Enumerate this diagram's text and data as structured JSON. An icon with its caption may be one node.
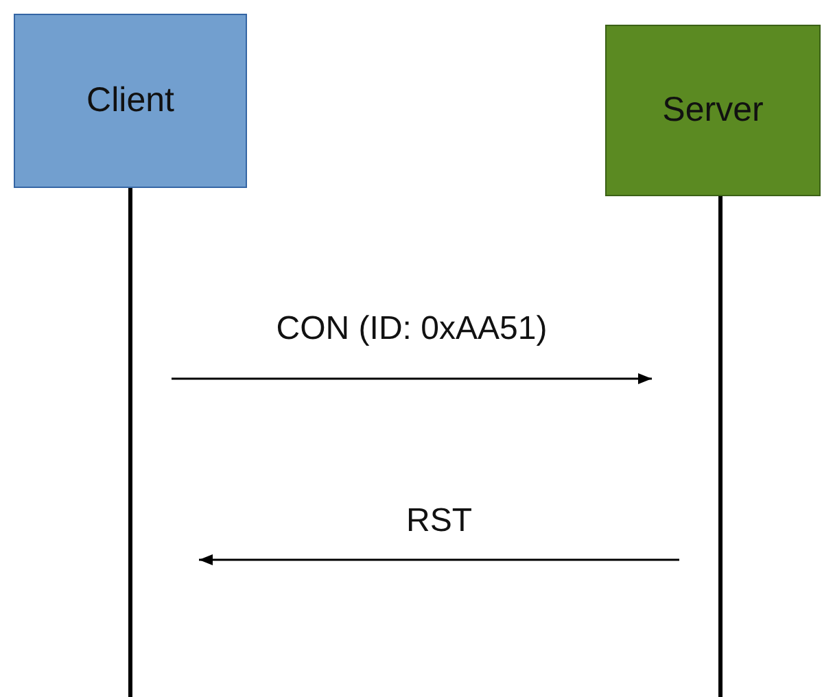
{
  "diagram": {
    "nodes": [
      {
        "text": [
          "Client"
        ]
      },
      {
        "text": [
          "Server"
        ]
      }
    ],
    "edges": [
      {
        "from": 0,
        "to": 1,
        "arrow": "to",
        "label": "CON (ID: 0xAA51)"
      },
      {
        "from": 1,
        "to": 0,
        "arrow": "to",
        "label": "RST"
      }
    ]
  }
}
